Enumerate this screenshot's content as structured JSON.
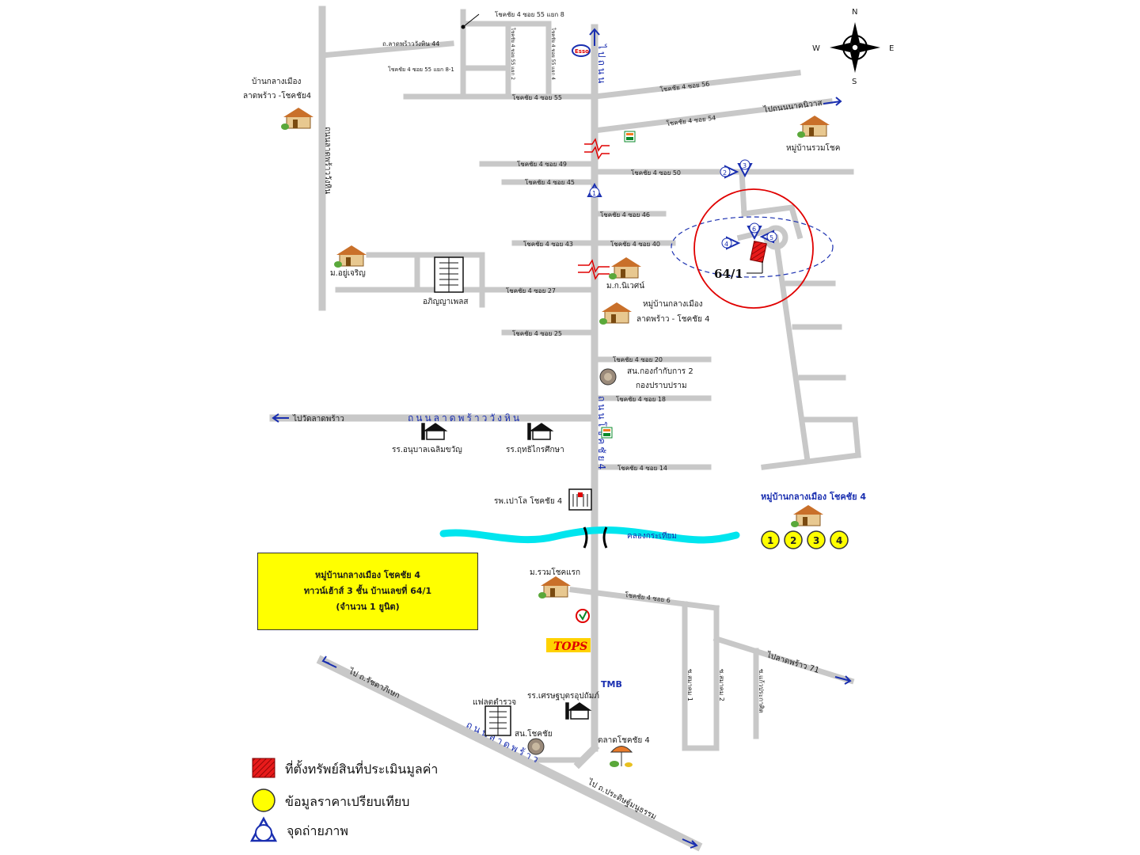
{
  "compass": {
    "n": "N",
    "s": "S",
    "e": "E",
    "w": "W"
  },
  "roads": {
    "chokchai4_main": "ถนนโชคชัย4",
    "chokchai4_north": "ไปถนน",
    "ladprao_wanghin": "ถนนลาดพร้าววังหิน",
    "ladprao_main": "ถนนลาดพร้าว",
    "ladprao_wanghin_road_left": "ถนนลาดพร้าววังหิน",
    "canal": "คลองกระเทียม",
    "to_wat_ladprao": "ไปวัดลาดพร้าว",
    "to_ratchadaphisek": "ไป ถ.รัชดาภิเษก",
    "to_ladprao71": "ไปลาดพร้าว 71",
    "to_pradit": "ไป ถ.ประดิษฐ์มนูธรรม",
    "to_nakniwat": "ไปถนนนาคนิวาส"
  },
  "sois": {
    "s55_8": "โชคชัย 4 ซอย 55 แยก 8",
    "ladprao_wanghin44": "ถ.ลาดพร้าววังหิน 44",
    "s55_1": "โชคชัย 4 ซอย 55 แยก 8-1",
    "s55": "โชคชัย 4 ซอย 55",
    "s55_v1": "โชคชัย 4 ซอย 55 แยก 2",
    "s55_v2": "โชคชัย 4 ซอย 55 แยก 4",
    "s56": "โชคชัย 4 ซอย 56",
    "s54": "โชคชัย 4 ซอย 54",
    "s49": "โชคชัย 4 ซอย 49",
    "s50": "โชคชัย 4 ซอย 50",
    "s45": "โชคชัย 4 ซอย 45",
    "s46": "โชคชัย 4 ซอย 46",
    "s43": "โชคชัย 4 ซอย 43",
    "s40": "โชคชัย 4 ซอย 40",
    "s27": "โชคชัย 4 ซอย 27",
    "s25": "โชคชัย 4 ซอย 25",
    "s20": "โชคชัย 4 ซอย 20",
    "s18": "โชคชัย 4 ซอย 18",
    "s14": "โชคชัย 4 ซอย 14",
    "s6": "โชคชัย 4 ซอย 6",
    "samakom1": "ซ.สมาคม 1",
    "samakom2": "ซ.สมาคม 2",
    "kaewprakan": "ซ.แก้วประกาศิต"
  },
  "places": {
    "baan_klang_muang_ladprao": "บ้านกลางเมือง",
    "baan_klang_muang_ladprao2": "ลาดพร้าว -โชคชัย4",
    "moo_ban_ruamchok": "หมู่บ้านรวมโชค",
    "moo_u_charoen": "ม.อยู่เจริญ",
    "aphinya_place": "อภิญญาเพลส",
    "mor_kor_niwet": "ม.ก.นิเวศน์",
    "baan_klang_muang_chokchai1": "หมู่บ้านกลางเมือง",
    "baan_klang_muang_chokchai2": "ลาดพร้าว - โชคชัย 4",
    "police_2a": "สน.กองกำกับการ 2",
    "police_2b": "กองปราบปราม",
    "school_anuban": "รร.อนุบาลเฉลิมขวัญ",
    "school_rit": "รร.ฤทธิไกรศึกษา",
    "hospital": "รพ.เปาโล โชคชัย 4",
    "ruamchok_raek": "ม.รวมโชคแรก",
    "police_flat": "แฟลตตำรวจ",
    "school_setthabut": "รร.เศรษฐบุตรอุปถัมภ์",
    "police_chokchai": "สน.โชคชัย",
    "market": "ตลาดโชคชัย 4",
    "village_compare": "หมู่บ้านกลางเมือง โชคชัย 4",
    "subject_no": "64/1",
    "esso": "Esso",
    "tops": "TOPS",
    "tmb": "TMB"
  },
  "info_box": {
    "line1": "หมู่บ้านกลางเมือง โชคชัย 4",
    "line2": "ทาวน์เฮ้าส์ 3 ชั้น บ้านเลขที่ 64/1",
    "line3": "(จำนวน 1 ยูนิต)"
  },
  "comparables": [
    "1",
    "2",
    "3",
    "4"
  ],
  "photo_points": [
    "1",
    "2",
    "3",
    "4",
    "5",
    "6"
  ],
  "legend": {
    "subject": "ที่ตั้งทรัพย์สินที่ประเมินมูลค่า",
    "comparable": "ข้อมูลราคาเปรียบเทียบ",
    "photo": "จุดถ่ายภาพ"
  },
  "colors": {
    "road": "#c8c8c8",
    "canal": "#00e5ee",
    "subject": "#e81b1b",
    "comparable": "#ffff00",
    "circle": "#e00000",
    "ellipse": "#1a2fb0"
  }
}
